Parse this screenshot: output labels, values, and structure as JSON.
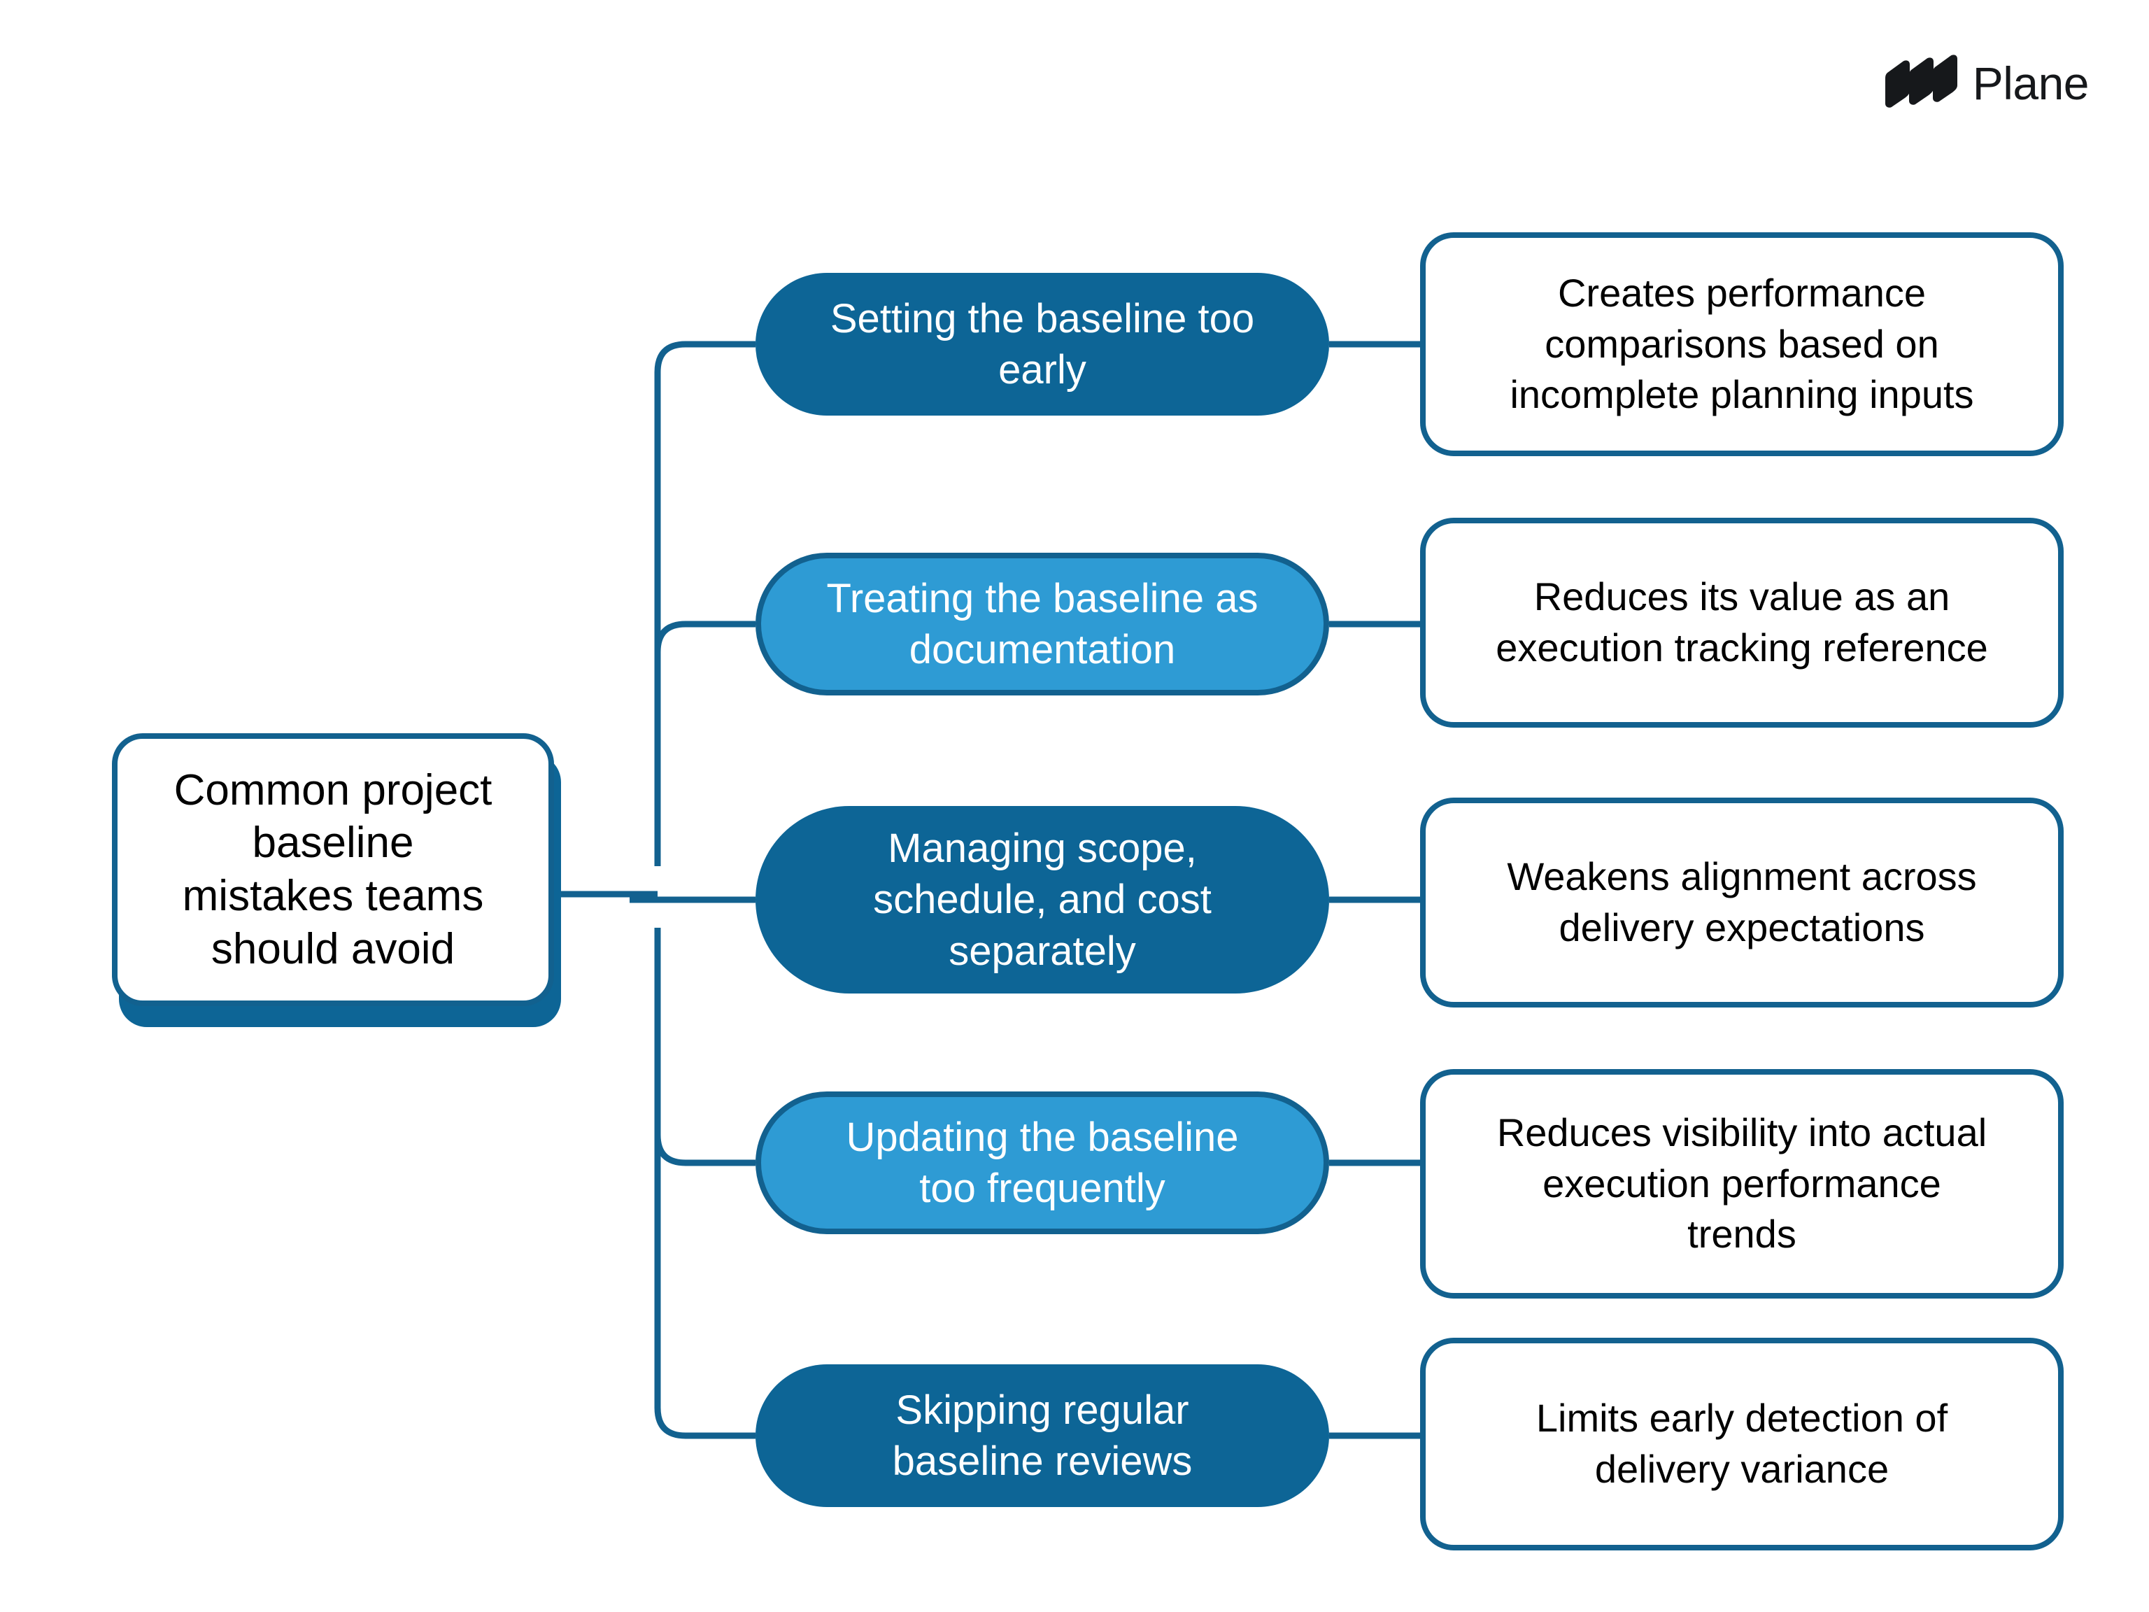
{
  "brand": {
    "name": "Plane",
    "logo_icon": "plane-logo-icon",
    "logo_color": "#16181b"
  },
  "colors": {
    "dark_blue": "#0d6596",
    "light_blue": "#2e9bd4",
    "border_blue": "#12618f",
    "node_text_light": "#ffffff",
    "node_text_dark": "#000000",
    "background": "#ffffff"
  },
  "diagram": {
    "type": "mindmap",
    "root": {
      "label": "Common project\nbaseline\nmistakes teams\nshould avoid"
    },
    "branches": [
      {
        "label": "Setting the baseline too\nearly",
        "style": "dark",
        "detail": "Creates performance\ncomparisons based on\nincomplete planning inputs"
      },
      {
        "label": "Treating the baseline as\ndocumentation",
        "style": "light",
        "detail": "Reduces its value as an\nexecution tracking reference"
      },
      {
        "label": "Managing scope,\nschedule, and cost\nseparately",
        "style": "dark",
        "detail": "Weakens alignment across\ndelivery expectations"
      },
      {
        "label": "Updating the baseline\ntoo frequently",
        "style": "light",
        "detail": "Reduces visibility into actual\nexecution performance\ntrends"
      },
      {
        "label": "Skipping regular\nbaseline reviews",
        "style": "dark",
        "detail": "Limits early detection of\ndelivery variance"
      }
    ]
  }
}
